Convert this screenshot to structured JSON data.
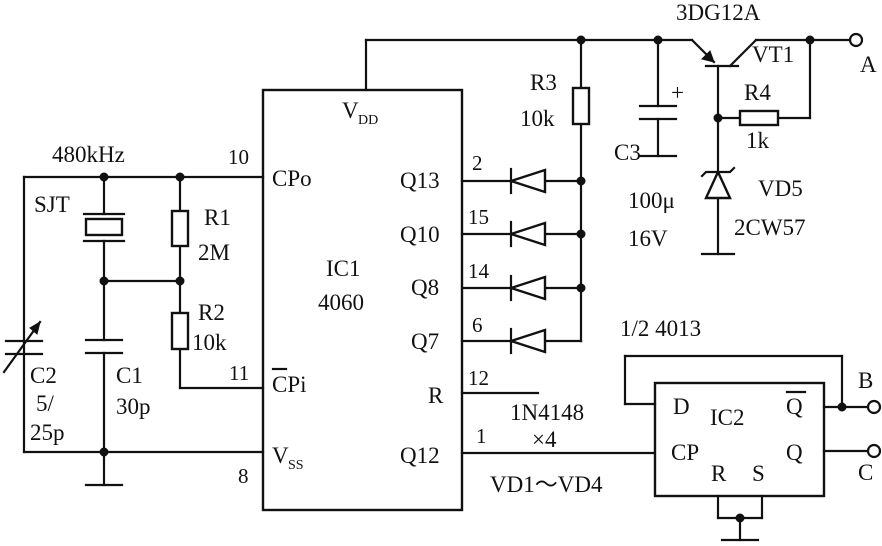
{
  "ic1": {
    "name": "IC1",
    "part": "4060",
    "vdd": "V",
    "vdd_sub": "DD",
    "vss": "V",
    "vss_sub": "SS"
  },
  "ic1_pins": {
    "cpo": "CPo",
    "cpo_num": "10",
    "cpi": "CPi",
    "cpi_num": "11",
    "vss_num": "8",
    "q13": "Q13",
    "q13_num": "2",
    "q10": "Q10",
    "q10_num": "15",
    "q8": "Q8",
    "q8_num": "14",
    "q7": "Q7",
    "q7_num": "6",
    "r": "R",
    "r_num": "12",
    "q12": "Q12",
    "q12_num": "1"
  },
  "ic2": {
    "name": "IC2",
    "part": "1/2 4013",
    "d": "D",
    "cp": "CP",
    "r": "R",
    "s": "S",
    "qbar": "Q",
    "q": "Q"
  },
  "components": {
    "freq": "480kHz",
    "sjt": "SJT",
    "r1_name": "R1",
    "r1_val": "2M",
    "r2_name": "R2",
    "r2_val": "10k",
    "c1_name": "C1",
    "c1_val": "30p",
    "c2_name": "C2",
    "c2_val1": "5/",
    "c2_val2": "25p",
    "r3_name": "R3",
    "r3_val": "10k",
    "c3_name": "C3",
    "c3_val1": "100μ",
    "c3_val2": "16V",
    "c3_plus": "+",
    "transistor": "3DG12A",
    "vt1": "VT1",
    "r4_name": "R4",
    "r4_val": "1k",
    "vd5_name": "VD5",
    "vd5_part": "2CW57",
    "diode_part": "1N4148",
    "diode_mult": "×4",
    "diode_range": "VD1～VD4"
  },
  "terminals": {
    "a": "A",
    "b": "B",
    "c": "C"
  }
}
